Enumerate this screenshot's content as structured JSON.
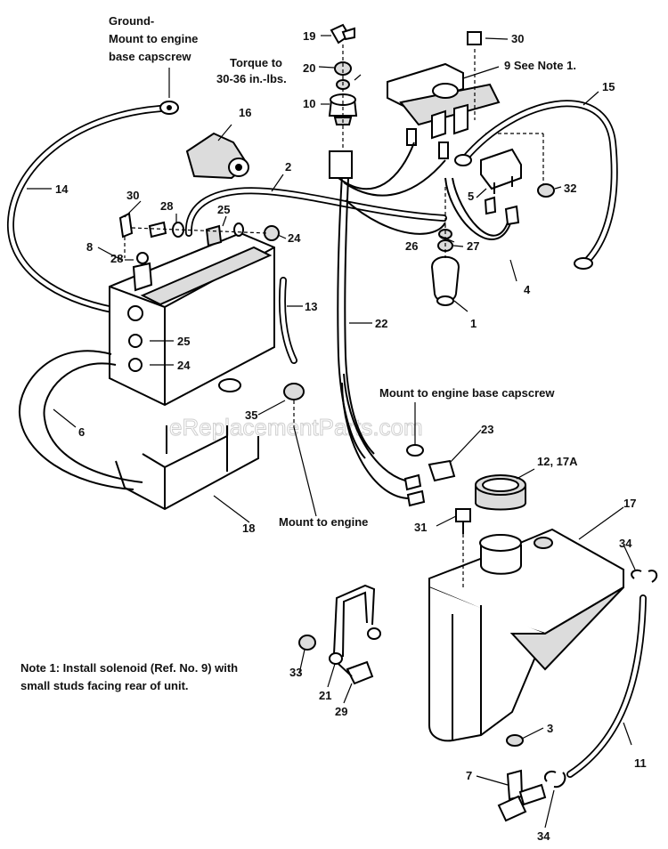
{
  "watermark": "eReplacementParts.com",
  "notes": {
    "ground_line1": "Ground-",
    "ground_line2": "Mount to engine",
    "ground_line3": "base capscrew",
    "torque_line1": "Torque to",
    "torque_line2": "30-36 in.-lbs.",
    "see_note": "9 See Note 1.",
    "mount_capscrew": "Mount to engine base capscrew",
    "mount_engine": "Mount to engine",
    "note1_line1": "Note 1: Install solenoid (Ref. No. 9) with",
    "note1_line2": "small studs facing rear of unit."
  },
  "callouts": {
    "n1": "1",
    "n2": "2",
    "n3": "3",
    "n4": "4",
    "n5": "5",
    "n6": "6",
    "n7": "7",
    "n8": "8",
    "n10": "10",
    "n11": "11",
    "n12": "12, 17A",
    "n13": "13",
    "n14": "14",
    "n15": "15",
    "n16": "16",
    "n17": "17",
    "n18": "18",
    "n19": "19",
    "n20": "20",
    "n21": "21",
    "n22": "22",
    "n23": "23",
    "n24a": "24",
    "n24b": "24",
    "n25a": "25",
    "n25b": "25",
    "n26": "26",
    "n27": "27",
    "n28a": "28",
    "n28b": "28",
    "n29": "29",
    "n30a": "30",
    "n30b": "30",
    "n31": "31",
    "n32": "32",
    "n33": "33",
    "n34a": "34",
    "n34b": "34",
    "n35": "35"
  }
}
